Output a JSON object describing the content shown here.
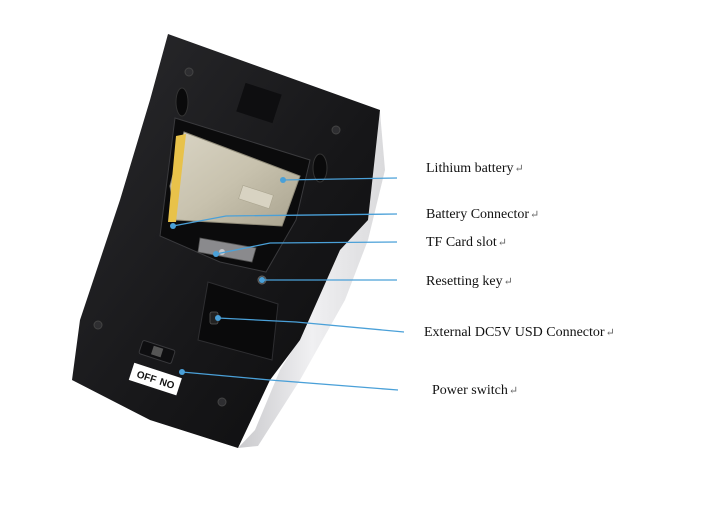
{
  "labels": [
    {
      "id": "lithium-battery",
      "text": "Lithium battery"
    },
    {
      "id": "battery-connector",
      "text": "Battery Connector"
    },
    {
      "id": "tf-card-slot",
      "text": "TF Card slot"
    },
    {
      "id": "resetting-key",
      "text": "Resetting key"
    },
    {
      "id": "external-dc5v-connector",
      "text": "External DC5V USD Connector"
    },
    {
      "id": "power-switch",
      "text": "Power switch"
    }
  ],
  "return_mark": "↵",
  "switch_text": {
    "off": "OFF",
    "on": "NO"
  },
  "colors": {
    "leader_line": "#4aa0d8",
    "device_body": "#1c1c1e",
    "device_side": "#e4e4e6",
    "battery": "#e8c24a"
  }
}
